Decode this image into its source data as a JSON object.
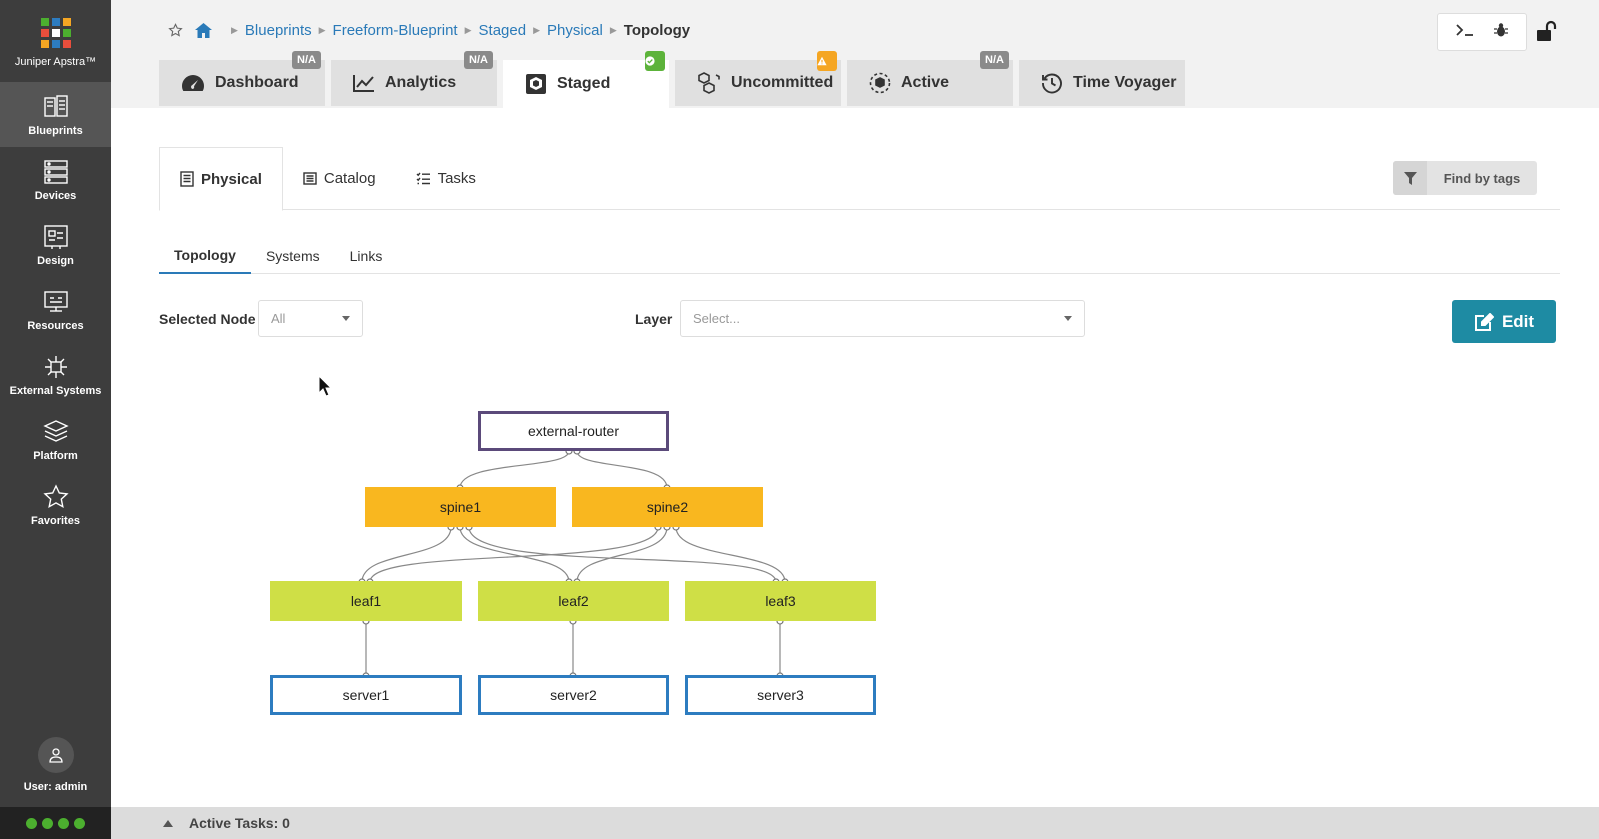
{
  "sidebar": {
    "brand": "Juniper Apstra™",
    "items": [
      {
        "label": "Blueprints",
        "icon": "blueprints-icon"
      },
      {
        "label": "Devices",
        "icon": "devices-icon"
      },
      {
        "label": "Design",
        "icon": "design-icon"
      },
      {
        "label": "Resources",
        "icon": "resources-icon"
      },
      {
        "label": "External Systems",
        "icon": "external-systems-icon"
      },
      {
        "label": "Platform",
        "icon": "platform-icon"
      },
      {
        "label": "Favorites",
        "icon": "star-icon"
      }
    ],
    "user": "User: admin"
  },
  "breadcrumb": [
    "Blueprints",
    "Freeform-Blueprint",
    "Staged",
    "Physical",
    "Topology"
  ],
  "tabs": [
    {
      "label": "Dashboard",
      "badge": "N/A"
    },
    {
      "label": "Analytics",
      "badge": "N/A"
    },
    {
      "label": "Staged",
      "badge": ""
    },
    {
      "label": "Uncommitted",
      "badge": ""
    },
    {
      "label": "Active",
      "badge": "N/A"
    },
    {
      "label": "Time Voyager",
      "badge": ""
    }
  ],
  "subtabs": [
    "Physical",
    "Catalog",
    "Tasks"
  ],
  "find_by_tags": "Find by tags",
  "topology_tabs": [
    "Topology",
    "Systems",
    "Links"
  ],
  "filters": {
    "selected_node_label": "Selected Node",
    "selected_node_value": "All",
    "layer_label": "Layer",
    "layer_placeholder": "Select..."
  },
  "edit_label": "Edit",
  "nodes": {
    "router": "external-router",
    "spine1": "spine1",
    "spine2": "spine2",
    "leaf1": "leaf1",
    "leaf2": "leaf2",
    "leaf3": "leaf3",
    "server1": "server1",
    "server2": "server2",
    "server3": "server3"
  },
  "footer": "Active Tasks: 0",
  "colors": {
    "accent": "#1e8ba3",
    "link": "#2a7ab8",
    "spine": "#f9b71f",
    "leaf": "#cfdf46",
    "server_border": "#2d7cc0",
    "router_border": "#5b4a7a",
    "status_ok": "#4caf2f"
  }
}
